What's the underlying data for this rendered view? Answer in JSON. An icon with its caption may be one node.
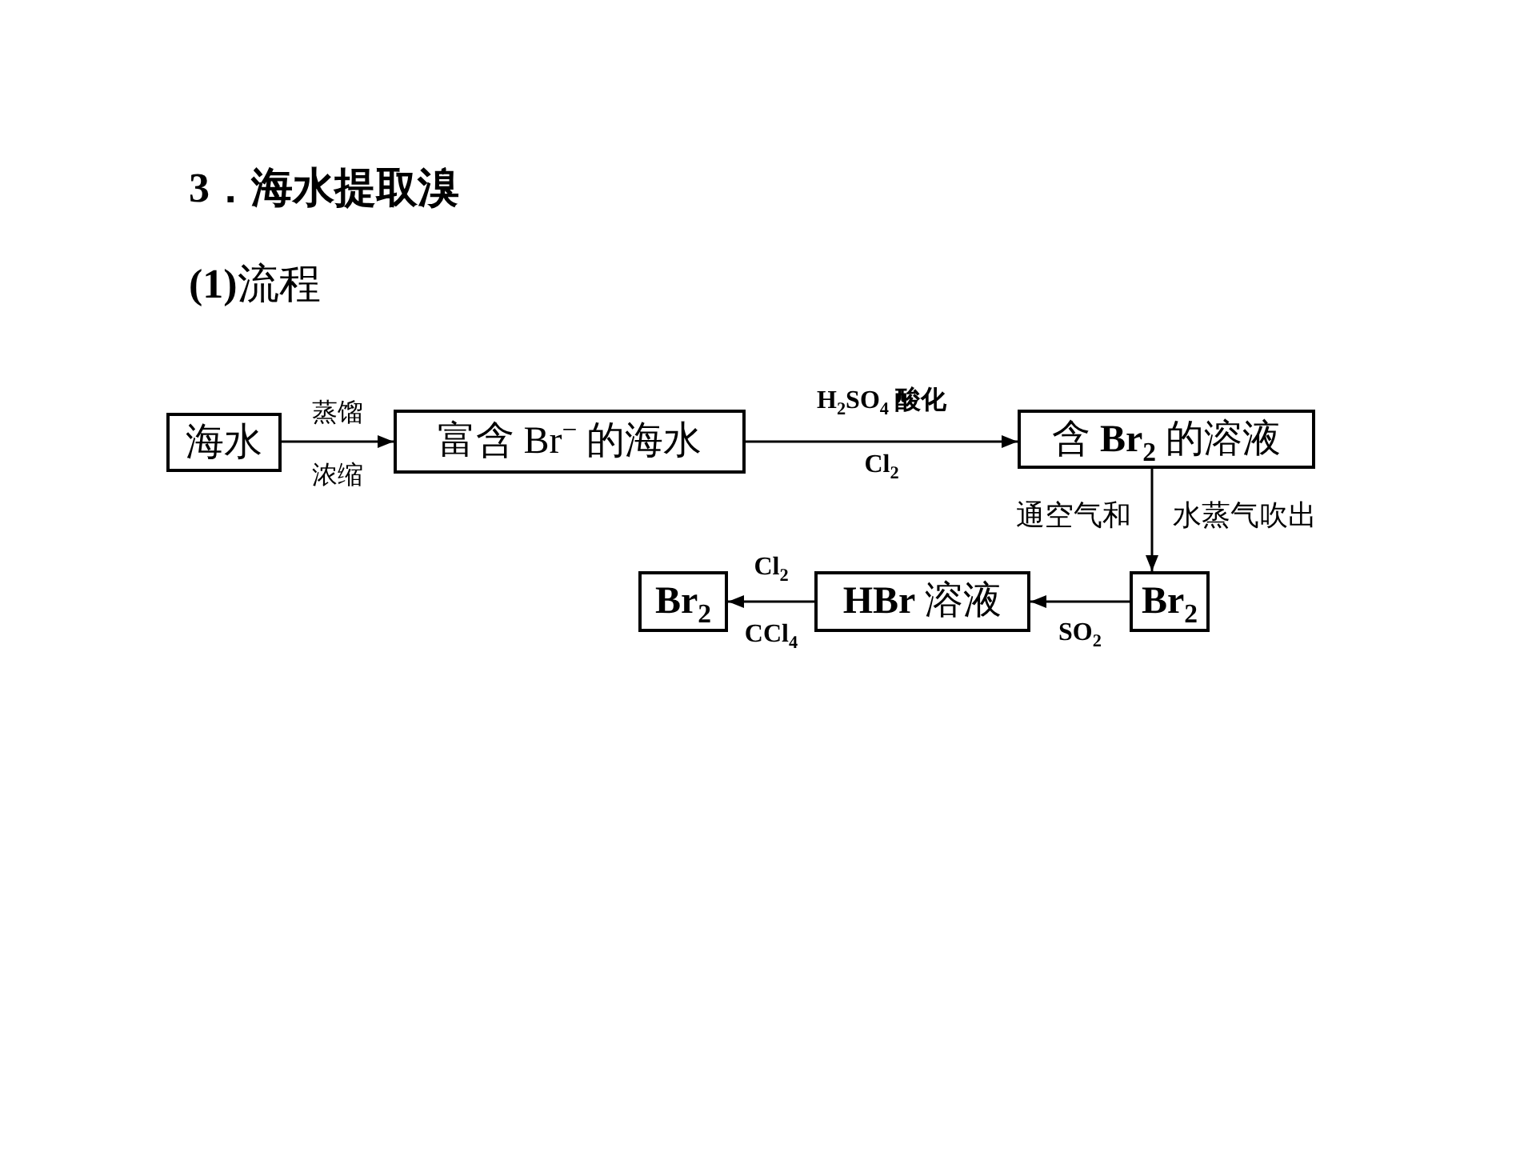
{
  "diagram": {
    "title": "3．海水提取溴",
    "nodes": [
      {
        "text": [
          "海水"
        ]
      },
      {
        "text": [
          "富含 Br$^{−}$ 的海水"
        ]
      },
      {
        "text": [
          "含 **Br$_{2}$** 的溶液"
        ]
      },
      {
        "text": [
          "Br$_{2}$"
        ]
      },
      {
        "text": [
          "**HBr** 溶液"
        ]
      },
      {
        "text": [
          "Br$_{2}$"
        ]
      }
    ],
    "edges": [
      {
        "from": 0,
        "to": 1,
        "arrow": "to",
        "label": "蒸馏浓缩"
      },
      {
        "from": 1,
        "to": 2,
        "arrow": "to",
        "label": "H$_{2}$SO$_{4}$ 酸化 Cl$_{2}$"
      },
      {
        "from": 2,
        "to": 3,
        "arrow": "to",
        "label": "通空气和 水蒸气吹出"
      },
      {
        "from": 3,
        "to": 4,
        "arrow": "to",
        "label": "SO$_{2}$"
      },
      {
        "from": 4,
        "to": 5,
        "arrow": "to",
        "label": "Cl$_{2}$ CCl$_{4}$"
      }
    ],
    "labels": [
      "**(1)**流程"
    ]
  }
}
